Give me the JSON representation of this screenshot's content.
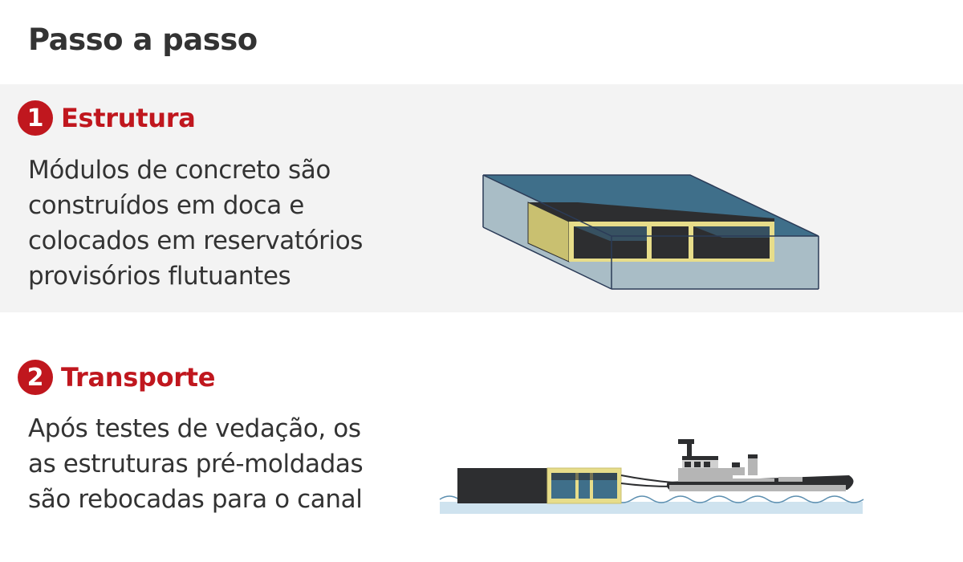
{
  "title": "Passo a passo",
  "steps": [
    {
      "number": "1",
      "title": "Estrutura",
      "lines": [
        "Módulos de concreto são",
        "construídos em doca e",
        "colocados em reservatórios",
        "provisórios flutuantes"
      ]
    },
    {
      "number": "2",
      "title": "Transporte",
      "lines": [
        "Após testes de vedação, os",
        "as estruturas pré-moldadas",
        "são rebocadas para o canal"
      ]
    }
  ],
  "colors": {
    "accent": "#c0171e",
    "text": "#333333",
    "band": "#f3f3f3",
    "water": "#3f6f8a",
    "module_frame": "#c9c070",
    "module_dark": "#2d2e30",
    "boat_gray": "#b5b5b5"
  }
}
